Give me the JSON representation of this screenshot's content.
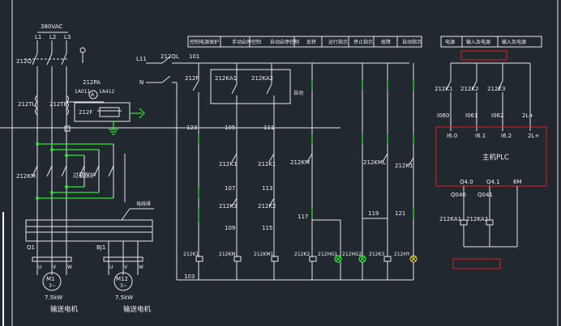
{
  "power": {
    "supply": "380VAC",
    "phases": [
      "L1",
      "L2",
      "L3"
    ],
    "qs": "212Q",
    "ct": "212TL",
    "ct2": "212TE",
    "meter": "212PA",
    "meter_a": "1A011",
    "meter_b": "1A412",
    "fr": "212F",
    "km": "212KM",
    "km_sub": "过载保护",
    "busbar_label": "母线排",
    "q1": "Q1",
    "q2": "BJ1",
    "u": "U",
    "v": "V",
    "w": "W",
    "motor1": "M1",
    "motor2": "M12",
    "power1": "7.5kW",
    "power2": "7.5kW",
    "name1": "输送电机",
    "name2": "输送电机"
  },
  "control": {
    "header": [
      "控制电源保护",
      "手动启停控制",
      "自动启停控制",
      "反转",
      "运行指示",
      "停止指示",
      "故障",
      "自动指示"
    ],
    "l11": "L11",
    "n": "N",
    "qf": "212QL",
    "w101": "101",
    "f": "212F",
    "ka1": "212KA1",
    "ka2": "212KA2",
    "auto": "自动",
    "w123": "123",
    "w105": "105",
    "w111": "111",
    "k1a": "212K1",
    "k1b": "212K1",
    "km_a": "212KM",
    "kml": "212KML",
    "k1c": "212K1",
    "w107": "107",
    "w113": "113",
    "k3": "212K3",
    "k2": "212K2",
    "w117": "117",
    "w119": "119",
    "w121": "121",
    "w109": "109",
    "w115": "115",
    "w103": "103",
    "coils": [
      "212K1",
      "212KM",
      "212KM1",
      "212K2",
      "212HG1",
      "212HG2",
      "212K3",
      "212HY"
    ]
  },
  "plc": {
    "header": [
      "电源",
      "输入及电源",
      "输入及电源"
    ],
    "k1": "212K1",
    "k2": "212K2",
    "k3": "212K3",
    "i0": "I060",
    "i1": "I061",
    "i2": "I062",
    "l_plus": "2L+",
    "in0": "I6.0",
    "in1": "I6.1",
    "in2": "I6.2",
    "in_l": "2L+",
    "title": "主机PLC",
    "q0": "Q4.0",
    "q1": "Q4.1",
    "m": "6M",
    "o0": "Q040",
    "o1": "Q041",
    "ka1": "212KA1",
    "ka2": "212KA2"
  }
}
